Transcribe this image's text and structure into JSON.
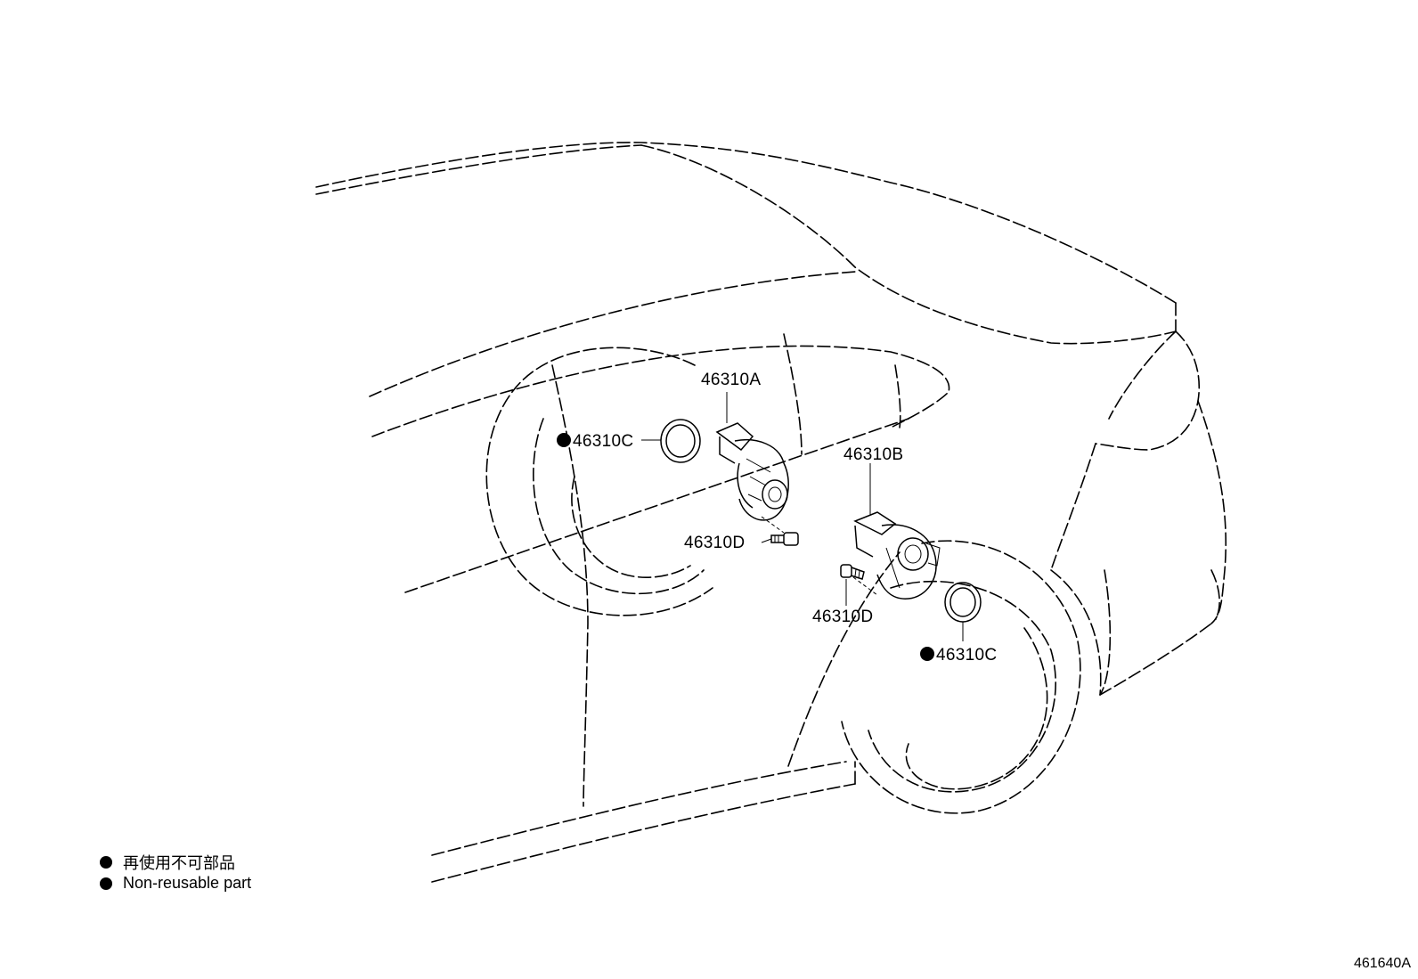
{
  "callouts": {
    "part_a": "46310A",
    "part_b": "46310B",
    "part_c_left": "46310C",
    "part_c_right": "46310C",
    "part_d_left": "46310D",
    "part_d_right": "46310D"
  },
  "legend": {
    "japanese": "再使用不可部品",
    "english": "Non-reusable part"
  },
  "figure_id": "461640A"
}
